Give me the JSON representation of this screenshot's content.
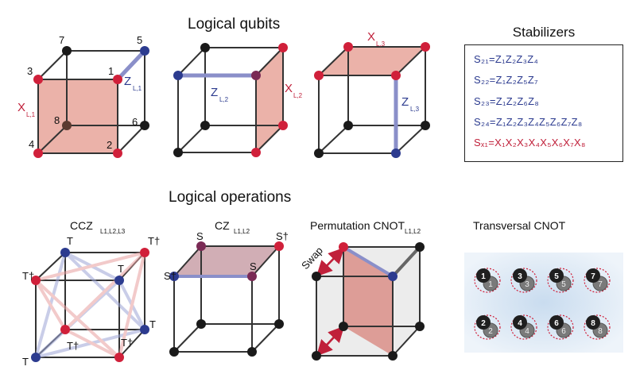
{
  "titles": {
    "logical_qubits": "Logical qubits",
    "logical_operations": "Logical operations",
    "stabilizers": "Stabilizers"
  },
  "qubit_labels": {
    "v1": "1",
    "v2": "2",
    "v3": "3",
    "v4": "4",
    "v5": "5",
    "v6": "6",
    "v7": "7",
    "v8": "8",
    "xl1": "X",
    "xl1_sub": "L,1",
    "zl1": "Z",
    "zl1_sub": "L,1",
    "zl2": "Z",
    "zl2_sub": "L,2",
    "xl2": "X",
    "xl2_sub": "L,2",
    "xl3": "X",
    "xl3_sub": "L,3",
    "zl3": "Z",
    "zl3_sub": "L,3"
  },
  "stabilizers": [
    {
      "text": "S₂₁=Z₁Z₂Z₃Z₄",
      "color": "#2b3a8f"
    },
    {
      "text": "S₂₂=Z₁Z₂Z₅Z₇",
      "color": "#2b3a8f"
    },
    {
      "text": "S₂₃=Z₁Z₂Z₆Z₈",
      "color": "#2b3a8f"
    },
    {
      "text": "S₂₄=Z₁Z₂Z₃Z₄Z₅Z₆Z₇Z₈",
      "color": "#2b3a8f"
    },
    {
      "text": "Sₓ₁=X₁X₂X₃X₄X₅X₆X₇X₈",
      "color": "#c0203a"
    }
  ],
  "operations": {
    "ccz": "CCZ",
    "ccz_sub": "L1,L2,L3",
    "cz": "CZ",
    "cz_sub": "L1,L2",
    "perm": "Permutation CNOT",
    "perm_sub": "L1,L2",
    "transversal": "Transversal CNOT",
    "t": "T",
    "tdag": "T†",
    "s": "S",
    "sdag": "S†",
    "swap": "Swap"
  },
  "ion_pairs": [
    {
      "front": "1",
      "back": "1"
    },
    {
      "front": "3",
      "back": "3"
    },
    {
      "front": "5",
      "back": "5"
    },
    {
      "front": "7",
      "back": "7"
    },
    {
      "front": "2",
      "back": "2"
    },
    {
      "front": "4",
      "back": "4"
    },
    {
      "front": "6",
      "back": "6"
    },
    {
      "front": "8",
      "back": "8"
    }
  ],
  "colors": {
    "red": "#d0203a",
    "blue": "#2c3b8f",
    "black": "#1a1a1a",
    "face": "#e8a49a",
    "edge_red": "#e8a0a0",
    "edge_blue": "#9ea6d6"
  }
}
